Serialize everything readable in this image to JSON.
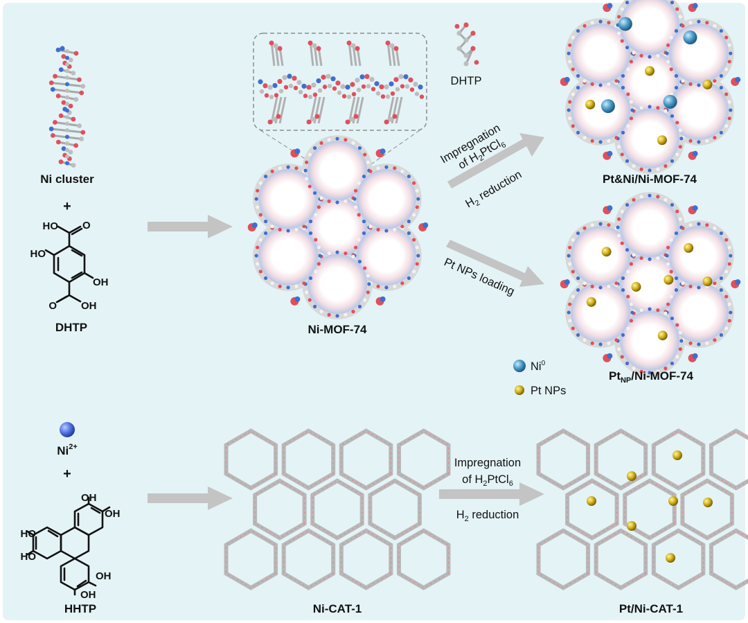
{
  "colors": {
    "background": "#e4f3f6",
    "arrow": "#c4c4c4",
    "oxygen": "#e0505a",
    "nickel": "#3e6fd0",
    "carbon": "#bdbdbd",
    "pt": "#d4b21a",
    "ni0": "#4a9cc8"
  },
  "top_left": {
    "cluster_label": "Ni cluster",
    "plus": "+",
    "oh_atoms": [
      "HO",
      "HO",
      "OH",
      "OH"
    ],
    "carbonyl_o": [
      "O",
      "O"
    ],
    "linker_label": "DHTP"
  },
  "top_middle": {
    "mof_label": "Ni-MOF-74",
    "linker_label": "DHTP"
  },
  "upper_arrow": {
    "line1": "Impregnation",
    "line2_prefix": "of H",
    "line2_sub": "2",
    "line2_mid": "PtCl",
    "line2_sub2": "6",
    "line3_prefix": "H",
    "line3_sub": "2",
    "line3_rest": " reduction"
  },
  "lower_arrow": {
    "text": "Pt NPs loading"
  },
  "products": {
    "top_label": "Pt&Ni/Ni-MOF-74",
    "mid_label_pre": "Pt",
    "mid_label_sub": "NP",
    "mid_label_post": "/Ni-MOF-74"
  },
  "legend": {
    "ni_pre": "Ni",
    "ni_sup": "0",
    "pt": "Pt NPs"
  },
  "bottom_left": {
    "ion_pre": "Ni",
    "ion_sup": "2+",
    "plus": "+",
    "oh_atoms": [
      "OH",
      "OH",
      "HO",
      "HO",
      "OH",
      "OH"
    ],
    "linker_label": "HHTP"
  },
  "bottom_middle": {
    "cat_label": "Ni-CAT-1"
  },
  "bottom_arrow": {
    "line1": "Impregnation",
    "line2_prefix": "of H",
    "line2_sub": "2",
    "line2_mid": "PtCl",
    "line2_sub2": "6",
    "line3_prefix": "H",
    "line3_sub": "2",
    "line3_rest": " reduction"
  },
  "bottom_right": {
    "label": "Pt/Ni-CAT-1"
  }
}
